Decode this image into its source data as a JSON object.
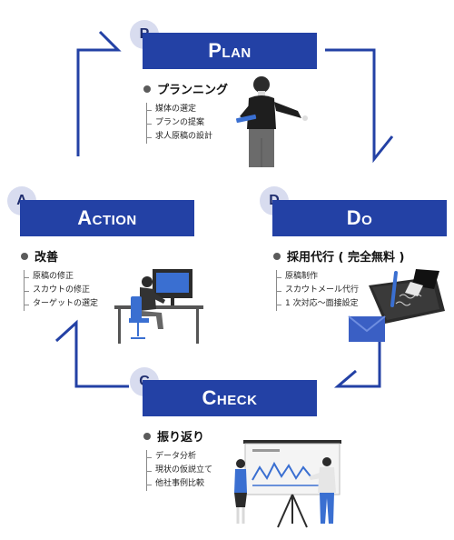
{
  "colors": {
    "primary": "#2341a5",
    "badge_bg": "#d8dcef",
    "badge_text": "#1f2d6e"
  },
  "plan": {
    "letter": "P",
    "title": "Plan",
    "heading": "プランニング",
    "items": [
      "媒体の選定",
      "プランの提案",
      "求人原稿の設計"
    ],
    "illustration": "presenter-with-tablet"
  },
  "do": {
    "letter": "D",
    "title": "Do",
    "heading": "採用代行 ( 完全無料 )",
    "items": [
      "原稿制作",
      "スカウトメール代行",
      "1 次対応〜面接設定"
    ],
    "illustration": "hand-writing-with-envelope"
  },
  "check": {
    "letter": "C",
    "title": "Check",
    "heading": "振り返り",
    "items": [
      "データ分析",
      "現状の仮説立て",
      "他社事例比較"
    ],
    "illustration": "two-people-at-whiteboard-chart"
  },
  "action": {
    "letter": "A",
    "title": "Action",
    "heading": "改善",
    "items": [
      "原稿の修正",
      "スカウトの修正",
      "ターゲットの選定"
    ],
    "illustration": "person-at-computer-desk"
  }
}
